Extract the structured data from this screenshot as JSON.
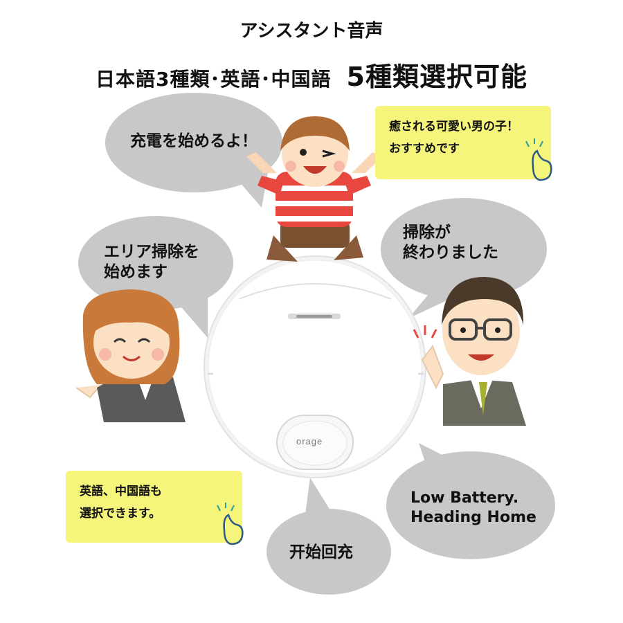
{
  "header": {
    "line1": "アシスタント音声",
    "line2_main": "日本語3種類･英語･中国語",
    "line2_big": "5種類選択可能"
  },
  "bubbles": {
    "charge": "充電を始めるよ！",
    "area_line1": "エリア掃除を",
    "area_line2": "始めます",
    "clean_line1": "掃除が",
    "clean_line2": "終わりました",
    "lowbattery_line1": "Low Battery.",
    "lowbattery_line2": "Heading Home",
    "chinese": "开始回充"
  },
  "notes": {
    "boy_line1": "癒される可愛い男の子！",
    "boy_line2": "おすすめです",
    "lang_line1": "英語、中国語も",
    "lang_line2": "選択できます。"
  },
  "robot": {
    "brand": "orage"
  },
  "colors": {
    "bubble": "#c8c8c8",
    "note": "#f4f57a",
    "robot": "#f3f3f3",
    "accent_red": "#e8473f"
  }
}
